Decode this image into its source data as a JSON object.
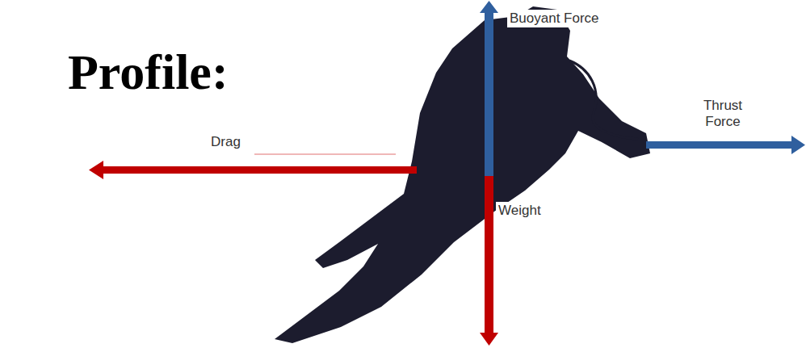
{
  "diagram": {
    "title": "Profile:",
    "labels": [
      "Buoyant Force",
      "Thrust Force",
      "Drag",
      "Weight"
    ]
  }
}
